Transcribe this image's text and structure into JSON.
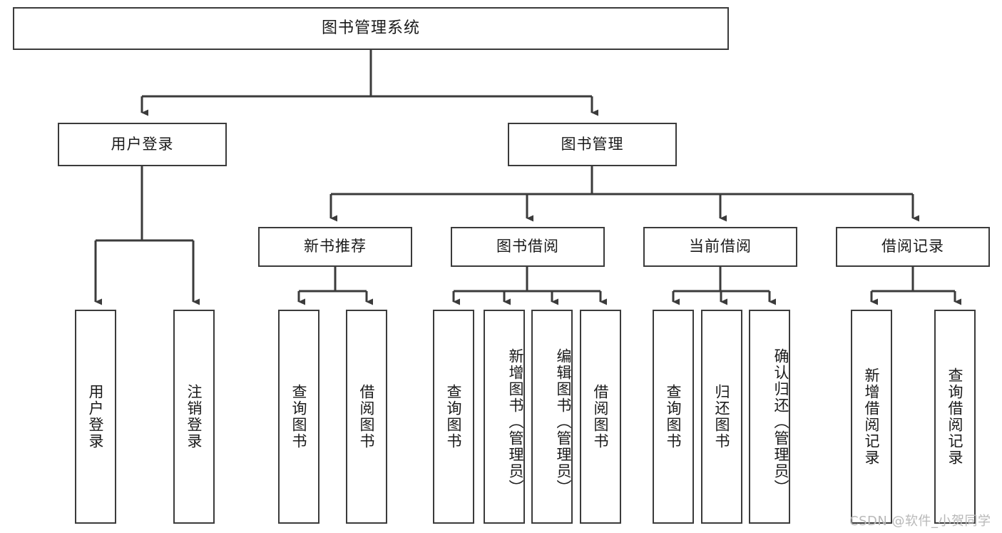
{
  "diagram": {
    "type": "tree-hierarchy",
    "title": "图书管理系统",
    "watermark": "CSDN @软件_小贺同学",
    "colors": {
      "background": "#ffffff",
      "border": "#3b3b3b",
      "text": "#1a1a1a",
      "edge": "#3b3b3b",
      "watermark": "#b8b8b8"
    },
    "levels": {
      "root": {
        "label": "图书管理系统"
      },
      "level2": [
        {
          "id": "user-login",
          "label": "用户登录"
        },
        {
          "id": "book-manage",
          "label": "图书管理"
        }
      ],
      "level3": [
        {
          "id": "new-book-recommend",
          "label": "新书推荐",
          "parent": "book-manage"
        },
        {
          "id": "book-borrow",
          "label": "图书借阅",
          "parent": "book-manage"
        },
        {
          "id": "current-borrow",
          "label": "当前借阅",
          "parent": "book-manage"
        },
        {
          "id": "borrow-record",
          "label": "借阅记录",
          "parent": "book-manage"
        }
      ],
      "leaves": [
        {
          "id": "leaf-user-login",
          "label": "用户登录",
          "parent": "user-login"
        },
        {
          "id": "leaf-logout-login",
          "label": "注销登录",
          "parent": "user-login"
        },
        {
          "id": "leaf-query-book-1",
          "label": "查询图书",
          "parent": "new-book-recommend"
        },
        {
          "id": "leaf-borrow-book-1",
          "label": "借阅图书",
          "parent": "new-book-recommend"
        },
        {
          "id": "leaf-query-book-2",
          "label": "查询图书",
          "parent": "book-borrow"
        },
        {
          "id": "leaf-add-book",
          "label": "新增图书（管理员）",
          "parent": "book-borrow"
        },
        {
          "id": "leaf-edit-book",
          "label": "编辑图书（管理员）",
          "parent": "book-borrow"
        },
        {
          "id": "leaf-borrow-book-2",
          "label": "借阅图书",
          "parent": "book-borrow"
        },
        {
          "id": "leaf-query-book-3",
          "label": "查询图书",
          "parent": "current-borrow"
        },
        {
          "id": "leaf-return-book",
          "label": "归还图书",
          "parent": "current-borrow"
        },
        {
          "id": "leaf-confirm-return",
          "label": "确认归还（管理员）",
          "parent": "current-borrow"
        },
        {
          "id": "leaf-add-record",
          "label": "新增借阅记录",
          "parent": "borrow-record"
        },
        {
          "id": "leaf-query-record",
          "label": "查询借阅记录",
          "parent": "borrow-record"
        }
      ]
    }
  }
}
